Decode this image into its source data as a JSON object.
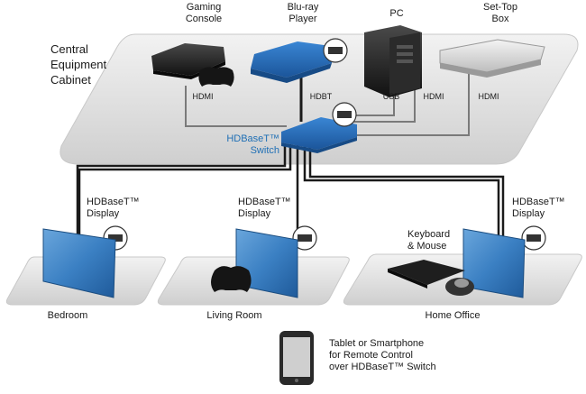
{
  "cabinet": {
    "title": "Central\nEquipment\nCabinet"
  },
  "devices": {
    "gaming_console": "Gaming\nConsole",
    "bluray_player": "Blu-ray\nPlayer",
    "pc": "PC",
    "set_top_box": "Set-Top\nBox"
  },
  "connections": {
    "gaming_console": "HDMI",
    "bluray_player": "HDBT",
    "pc_usb": "USB",
    "pc_hdmi": "HDMI",
    "set_top_box": "HDMI"
  },
  "switch": {
    "label": "HDBaseT™\nSwitch"
  },
  "displays": {
    "bedroom": "HDBaseT™\nDisplay",
    "living_room": "HDBaseT™\nDisplay",
    "home_office": "HDBaseT™\nDisplay"
  },
  "rooms": {
    "bedroom": "Bedroom",
    "living_room": "Living Room",
    "home_office": "Home Office"
  },
  "peripherals": {
    "keyboard_mouse": "Keyboard\n& Mouse"
  },
  "remote": {
    "label": "Tablet or Smartphone\nfor Remote Control\nover HDBaseT™ Switch"
  },
  "colors": {
    "device_blue": "#2268b0",
    "screen_blue": "#3f86c9",
    "platform_gray": "#dcdcdc",
    "cable": "#1a1a1a",
    "label_blue": "#1f6fb5"
  }
}
